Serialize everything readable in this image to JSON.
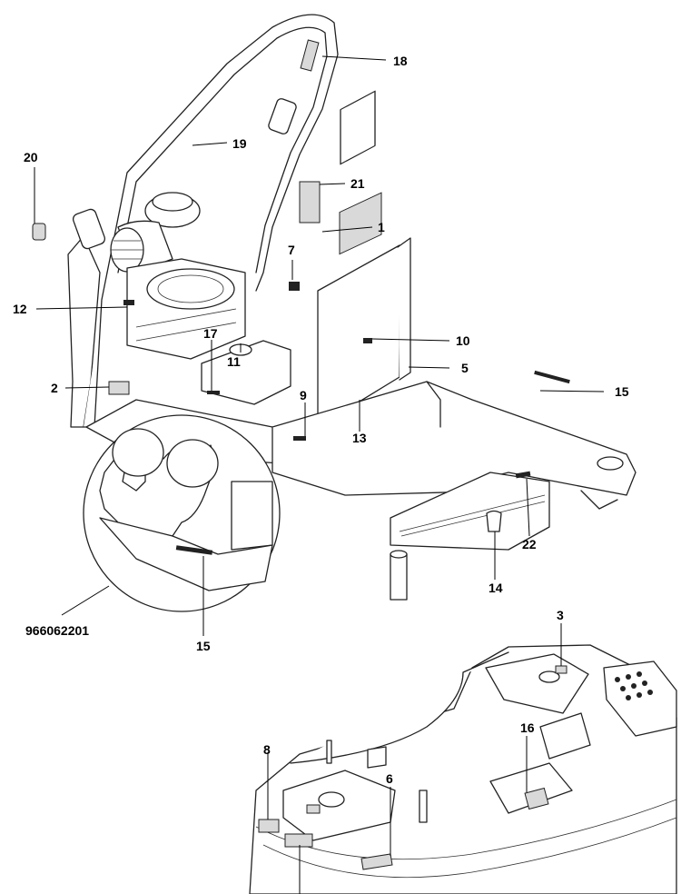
{
  "labels": {
    "l1": "1",
    "l2": "2",
    "l3": "3",
    "l5": "5",
    "l6": "6",
    "l7": "7",
    "l8": "8",
    "l9": "9",
    "l10": "10",
    "l11": "11",
    "l12": "12",
    "l13": "13",
    "l14": "14",
    "l15a": "15",
    "l15b": "15",
    "l16": "16",
    "l17": "17",
    "l18": "18",
    "l19": "19",
    "l20": "20",
    "l21": "21",
    "l22": "22",
    "kit": "966062201"
  }
}
